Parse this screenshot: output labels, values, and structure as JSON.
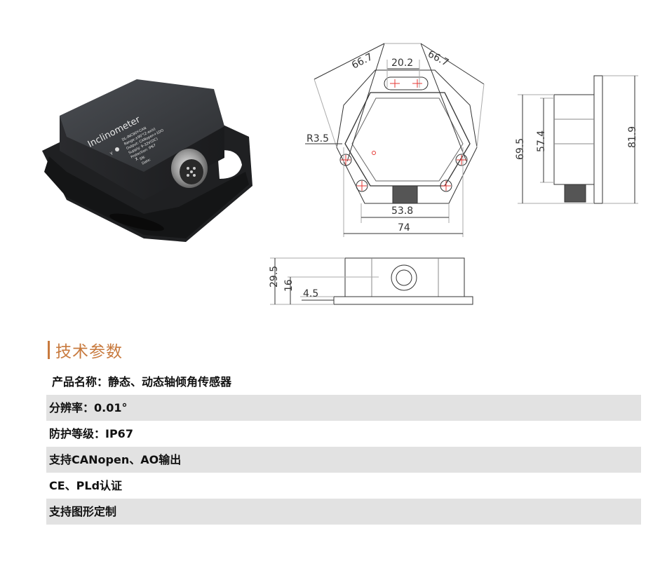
{
  "product_label": {
    "brand": "Inclinometer",
    "line1": "DL-INC90Y-CAN",
    "line2": "Range:±90°(2-axis)",
    "line3": "Output: CANopen+1DO",
    "line4": "Supply: 9-32V(DC)",
    "line5": "Protection: IP67",
    "axis_y": "Y",
    "axis_x": "X",
    "sn": "SN:",
    "date": "Date:"
  },
  "dimensions": {
    "d_66_7_left": "66.7",
    "d_20_2": "20.2",
    "d_66_7_right": "66.7",
    "d_r3_5": "R3.5",
    "d_53_8": "53.8",
    "d_74": "74",
    "d_69_5": "69.5",
    "d_57_4": "57.4",
    "d_81_9": "81.9",
    "d_29_5": "29.5",
    "d_16": "16",
    "d_4_5": "4.5"
  },
  "section": {
    "title": "技术参数"
  },
  "specs": [
    "产品名称：静态、动态轴倾角传感器",
    "分辨率：0.01°",
    "防护等级：IP67",
    "支持CANopen、AO输出",
    "CE、PLd认证",
    "支持图形定制"
  ],
  "colors": {
    "accent": "#c87a3e",
    "row_shade": "#e2e2e2",
    "drawing_red": "#e53935"
  }
}
